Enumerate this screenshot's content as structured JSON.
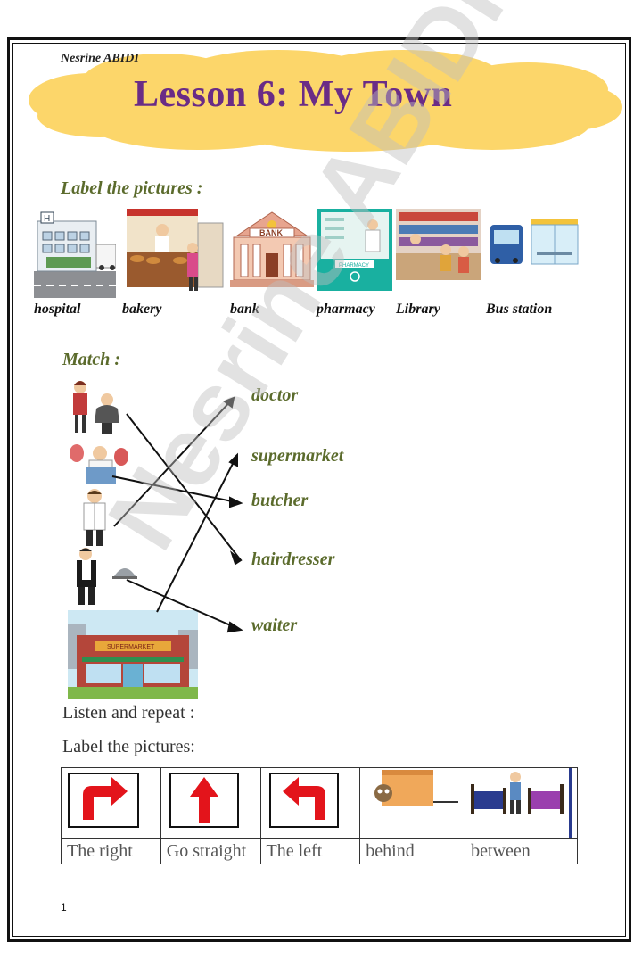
{
  "header": {
    "author": "Nesrine ABIDI",
    "title": "Lesson 6: My Town"
  },
  "label_section": {
    "heading": "Label the pictures :",
    "items": [
      {
        "label": "hospital",
        "icon": "hospital-icon"
      },
      {
        "label": "bakery",
        "icon": "bakery-icon"
      },
      {
        "label": "bank",
        "icon": "bank-icon"
      },
      {
        "label": "pharmacy",
        "icon": "pharmacy-icon"
      },
      {
        "label": "Library",
        "icon": "library-icon"
      },
      {
        "label": "Bus station",
        "icon": "bus-station-icon"
      }
    ]
  },
  "match_section": {
    "heading": "Match :",
    "words": [
      "doctor",
      "supermarket",
      "butcher",
      "hairdresser",
      "waiter"
    ],
    "pictures": [
      "hairdresser-picture",
      "butcher-picture",
      "doctor-picture",
      "waiter-picture",
      "supermarket-picture"
    ],
    "supermarket_sign": "SUPERMARKET"
  },
  "listen_section": {
    "heading": "Listen and repeat :"
  },
  "directions_section": {
    "heading": "Label the pictures:",
    "items": [
      {
        "label": "The right",
        "icon": "turn-right-arrow-icon"
      },
      {
        "label": "Go straight",
        "icon": "straight-arrow-icon"
      },
      {
        "label": "The left",
        "icon": "turn-left-arrow-icon"
      },
      {
        "label": "behind",
        "icon": "behind-box-icon"
      },
      {
        "label": "between",
        "icon": "between-beds-icon"
      }
    ]
  },
  "footer": {
    "page_number": "1"
  },
  "watermark": "Nesrine ABIDI",
  "colors": {
    "title": "#6a2c86",
    "heading": "#5b6b2c",
    "cloud": "#fcd66a",
    "arrow_red": "#e3141b"
  }
}
